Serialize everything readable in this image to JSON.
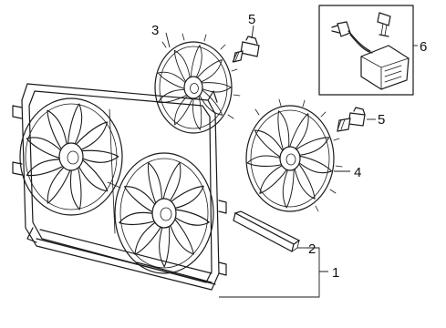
{
  "callouts": {
    "c1": "1",
    "c2": "2",
    "c3": "3",
    "c4": "4",
    "c5a": "5",
    "c5b": "5",
    "c6": "6"
  }
}
